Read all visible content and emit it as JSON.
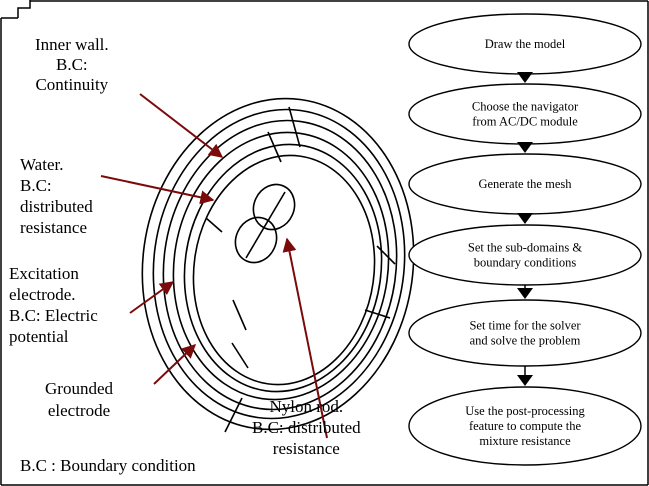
{
  "labels": {
    "inner_wall": [
      "Inner wall.",
      "B.C:",
      "Continuity"
    ],
    "water": [
      "Water.",
      "B.C:",
      "distributed",
      "resistance"
    ],
    "excitation": [
      "Excitation",
      "electrode.",
      "B.C: Electric",
      "potential"
    ],
    "grounded": [
      "Grounded",
      "electrode"
    ],
    "nylon": [
      "Nylon rod.",
      "B.C: distributed",
      "resistance"
    ],
    "footnote": "B.C : Boundary condition"
  },
  "flowchart": {
    "steps": [
      [
        "Draw the model"
      ],
      [
        "Choose the navigator",
        "from AC/DC module"
      ],
      [
        "Generate the mesh"
      ],
      [
        "Set the sub-domains &",
        "boundary conditions"
      ],
      [
        "Set time for the solver",
        "and solve the problem"
      ],
      [
        "Use the post-processing",
        "feature to compute the",
        "mixture resistance"
      ]
    ]
  },
  "colors": {
    "arrow": "#7b0a0a",
    "line": "#000000"
  }
}
